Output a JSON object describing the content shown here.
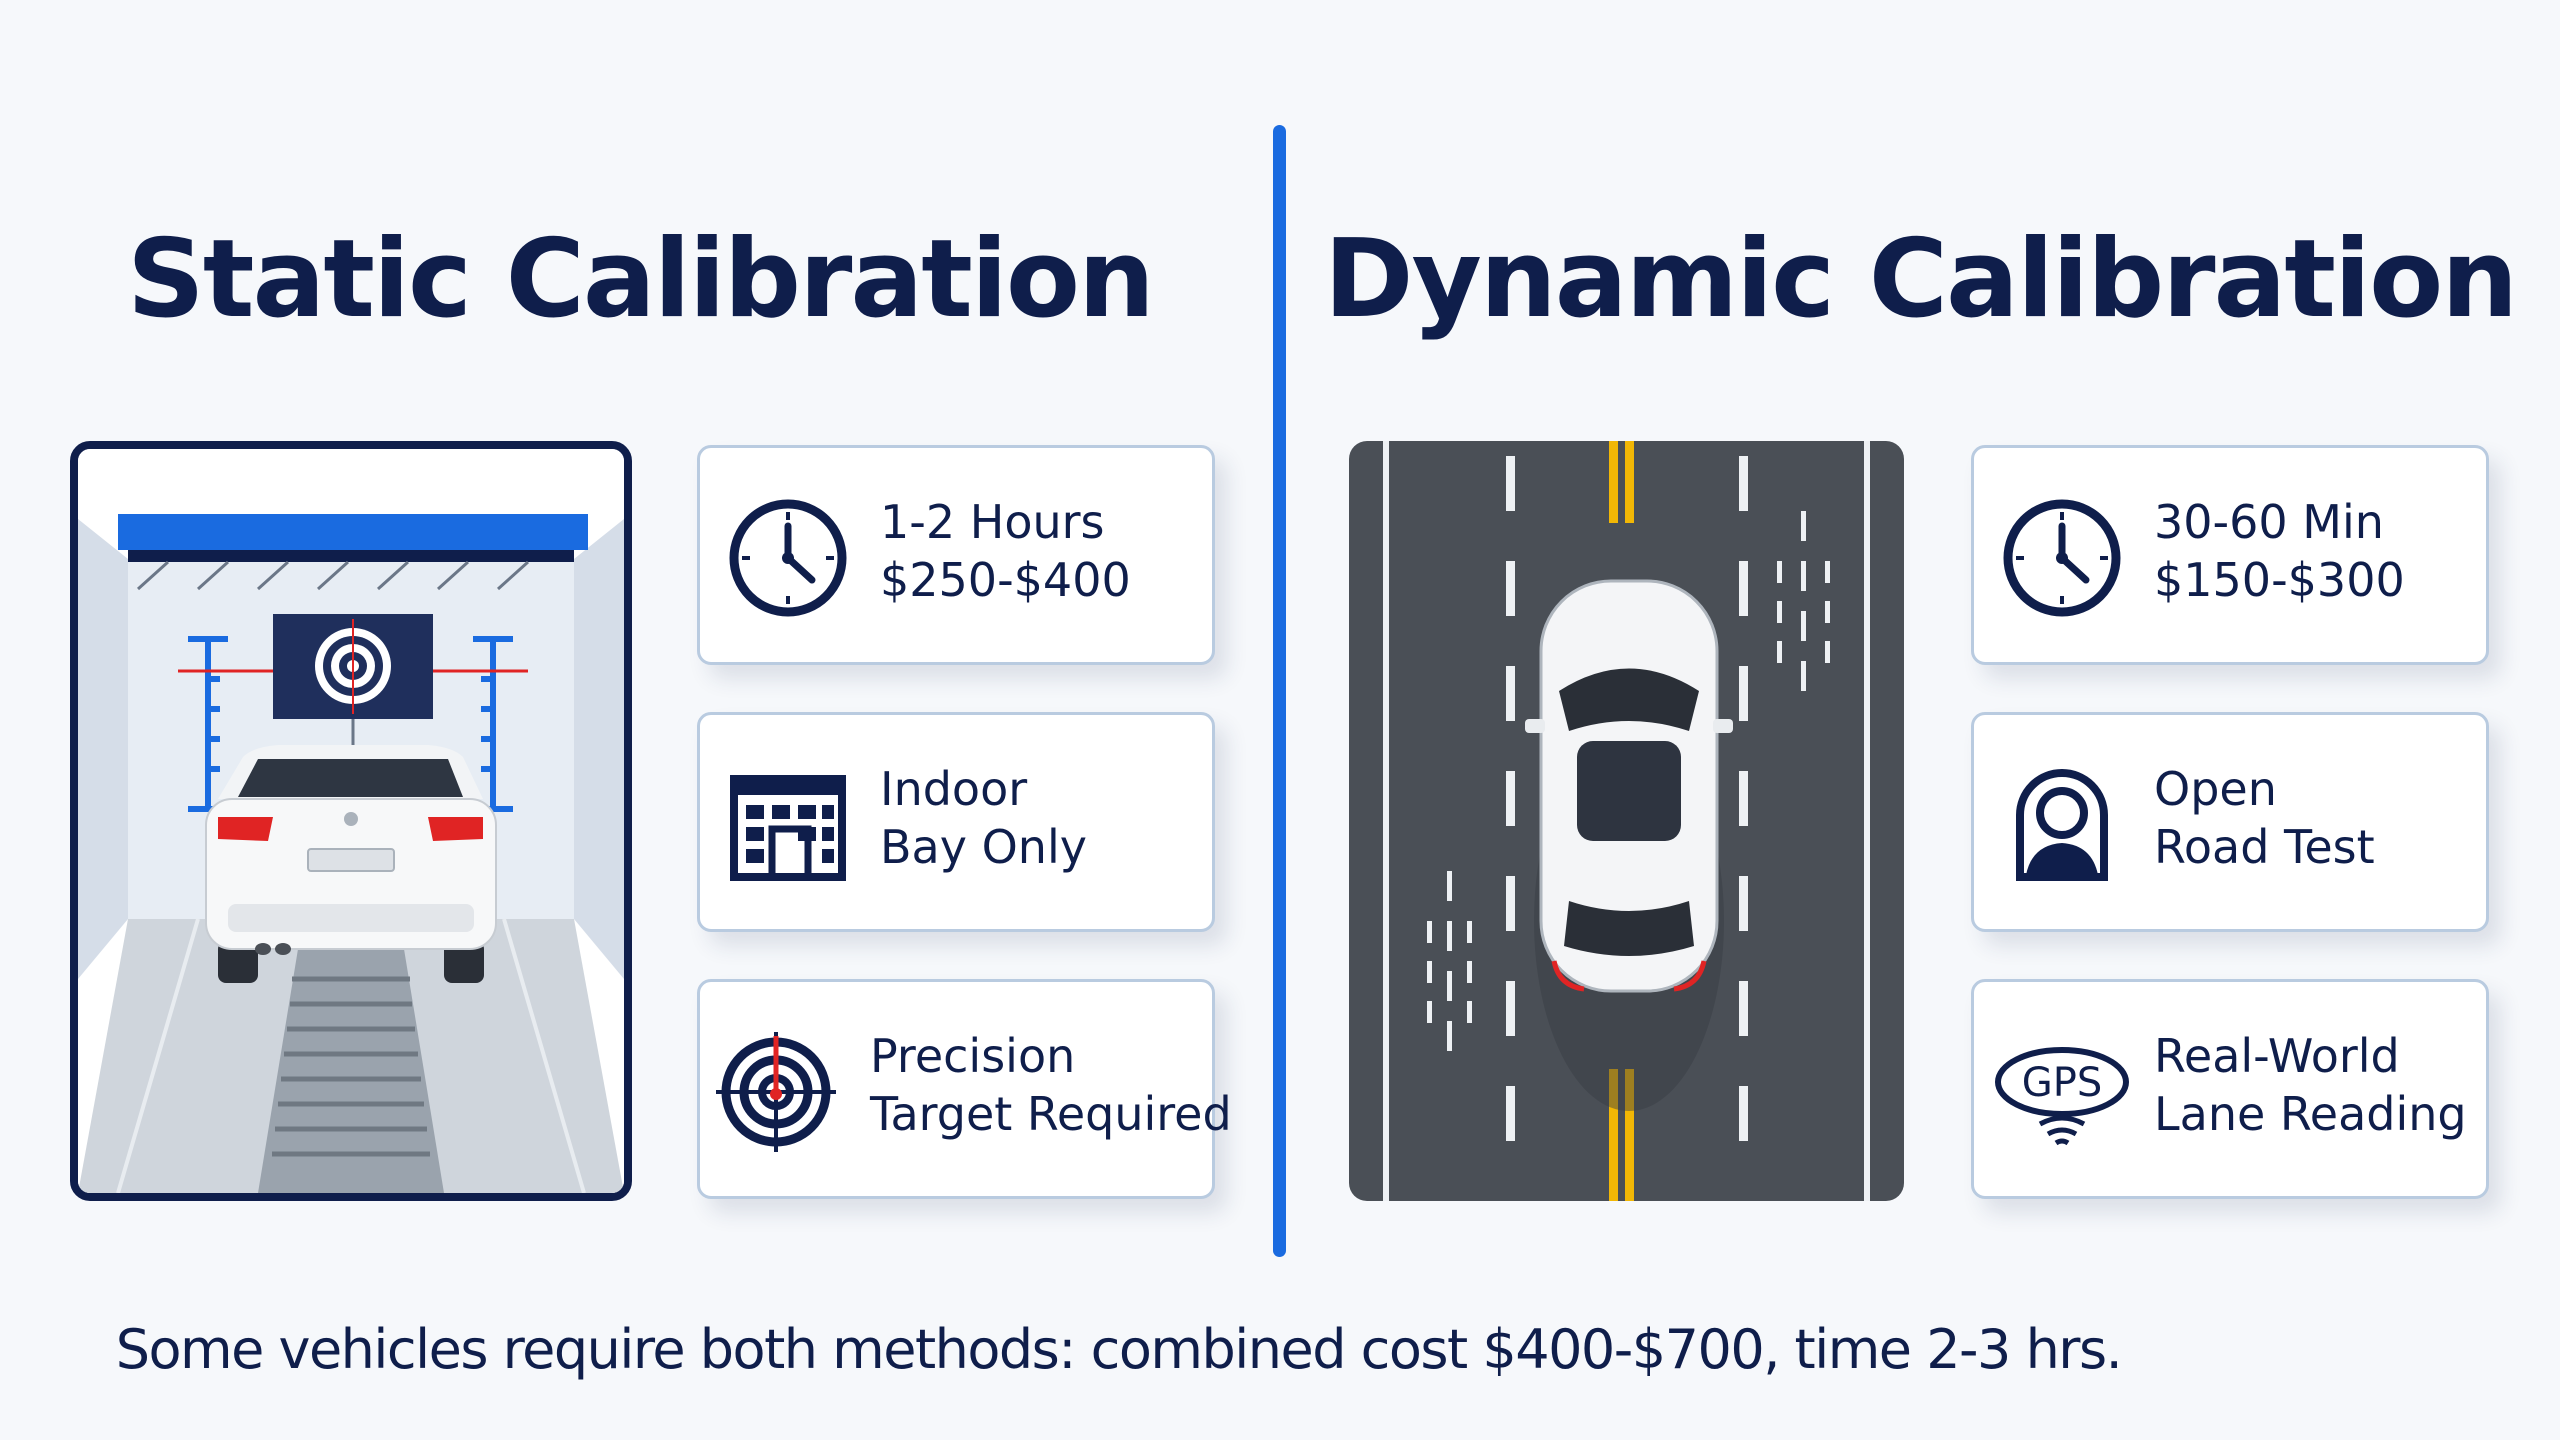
{
  "static": {
    "title": "Static Calibration",
    "cards": [
      {
        "icon": "clock-icon",
        "line1": "1-2 Hours",
        "line2": "$250-$400"
      },
      {
        "icon": "building-icon",
        "line1": "Indoor",
        "line2": "Bay Only"
      },
      {
        "icon": "target-icon",
        "line1": "Precision",
        "line2": "Target Required"
      }
    ]
  },
  "dynamic": {
    "title": "Dynamic Calibration",
    "cards": [
      {
        "icon": "clock-icon",
        "line1": "30-60 Min",
        "line2": "$150-$300"
      },
      {
        "icon": "driver-icon",
        "line1": "Open",
        "line2": "Road Test"
      },
      {
        "icon": "gps-icon",
        "line1": "Real-World",
        "line2": "Lane Reading",
        "icon_text": "GPS"
      }
    ]
  },
  "footer": "Some vehicles require both methods: combined cost $400-$700, time 2-3 hrs.",
  "colors": {
    "navy": "#0f1e4b",
    "accent_blue": "#1a6be0",
    "target_red": "#e02424",
    "road": "#4a4f56",
    "lane_yellow": "#f2b705"
  }
}
